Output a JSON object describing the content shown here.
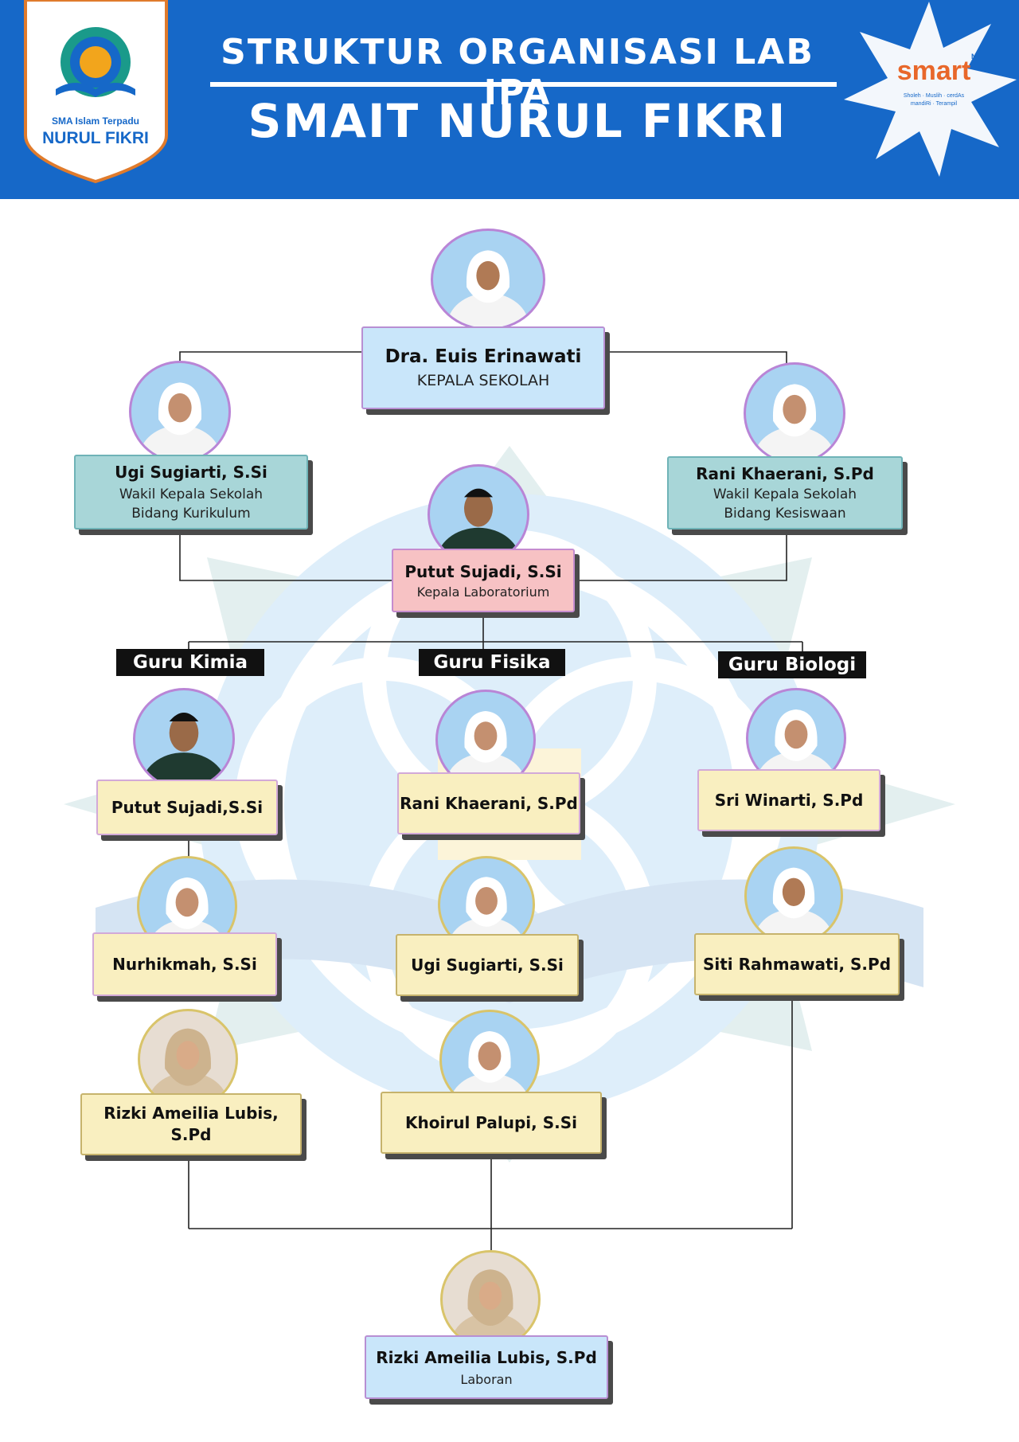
{
  "header": {
    "title_line1": "STRUKTUR ORGANISASI LAB IPA",
    "title_line2": "SMAIT NURUL FIKRI",
    "logo_left_text1": "SMA Islam Terpadu",
    "logo_left_text2": "NURUL FIKRI",
    "logo_right_word": "smart",
    "logo_right_sup": "NF",
    "logo_right_tag1": "Sholeh · Muslih · cerdAs",
    "logo_right_tag2": "mandiRi · Terampil"
  },
  "principal": {
    "name": "Dra. Euis Erinawati",
    "role": "KEPALA SEKOLAH"
  },
  "vice_curriculum": {
    "name": "Ugi Sugiarti, S.Si",
    "role1": "Wakil Kepala Sekolah",
    "role2": "Bidang Kurikulum"
  },
  "vice_student": {
    "name": "Rani Khaerani, S.Pd",
    "role1": "Wakil Kepala Sekolah",
    "role2": "Bidang Kesiswaan"
  },
  "lab_head": {
    "name": "Putut Sujadi, S.Si",
    "role": "Kepala Laboratorium"
  },
  "groups": {
    "chemistry": {
      "label": "Guru Kimia",
      "members": [
        "Putut Sujadi,S.Si",
        "Nurhikmah, S.Si",
        "Rizki Ameilia Lubis, S.Pd"
      ]
    },
    "physics": {
      "label": "Guru Fisika",
      "members": [
        "Rani Khaerani, S.Pd",
        "Ugi Sugiarti, S.Si",
        "Khoirul Palupi, S.Si"
      ]
    },
    "biology": {
      "label": "Guru Biologi",
      "members": [
        "Sri Winarti, S.Pd",
        "Siti Rahmawati, S.Pd"
      ]
    }
  },
  "laboran": {
    "name": "Rizki Ameilia Lubis, S.Pd",
    "role": "Laboran"
  },
  "colors": {
    "header_blue": "#1668c8",
    "card_blue": "#c9e6fa",
    "card_teal": "#a8d6d8",
    "card_pink": "#f7c2c4",
    "card_yellow": "#f9efc0"
  }
}
